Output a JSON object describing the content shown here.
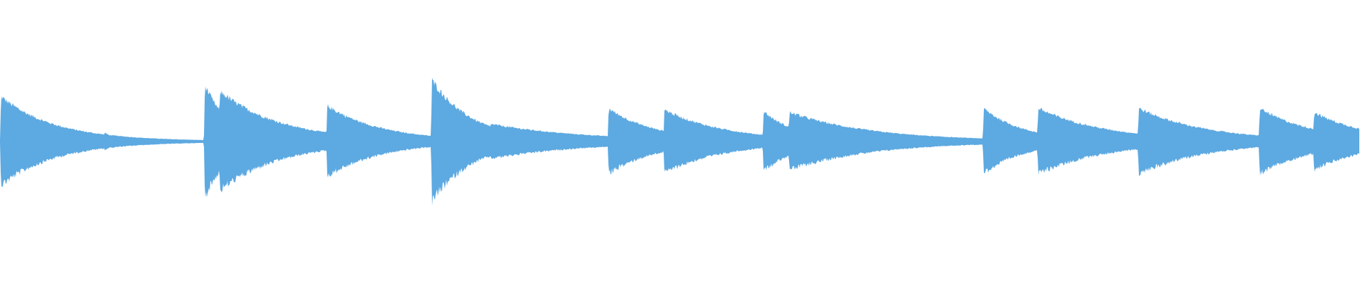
{
  "waveform": {
    "color": "#5DA9E1",
    "background": "#FFFFFF",
    "onsets": [
      {
        "t": 0.0,
        "amp": 0.34,
        "decay": 0.04
      },
      {
        "t": 0.076,
        "amp": 0.07,
        "decay": 0.01
      },
      {
        "t": 0.15,
        "amp": 0.44,
        "decay": 0.018
      },
      {
        "t": 0.161,
        "amp": 0.38,
        "decay": 0.045
      },
      {
        "t": 0.24,
        "amp": 0.27,
        "decay": 0.04
      },
      {
        "t": 0.317,
        "amp": 0.47,
        "decay": 0.03
      },
      {
        "t": 0.36,
        "amp": 0.13,
        "decay": 0.07
      },
      {
        "t": 0.447,
        "amp": 0.25,
        "decay": 0.035
      },
      {
        "t": 0.488,
        "amp": 0.24,
        "decay": 0.045
      },
      {
        "t": 0.561,
        "amp": 0.23,
        "decay": 0.025
      },
      {
        "t": 0.58,
        "amp": 0.22,
        "decay": 0.06
      },
      {
        "t": 0.723,
        "amp": 0.25,
        "decay": 0.03
      },
      {
        "t": 0.763,
        "amp": 0.25,
        "decay": 0.05
      },
      {
        "t": 0.837,
        "amp": 0.25,
        "decay": 0.05
      },
      {
        "t": 0.926,
        "amp": 0.25,
        "decay": 0.04
      },
      {
        "t": 0.966,
        "amp": 0.22,
        "decay": 0.04
      }
    ],
    "noise_floor": 0.01
  }
}
